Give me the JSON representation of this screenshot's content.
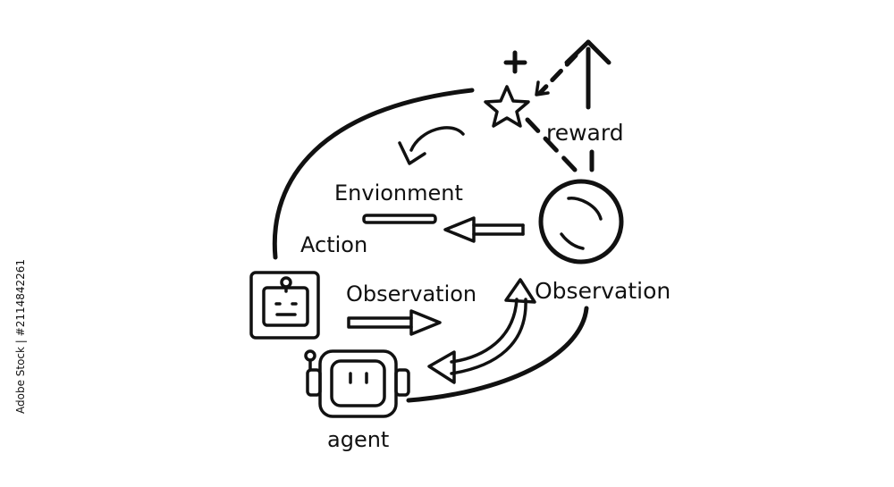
{
  "labels": {
    "reward": "reward",
    "environment": "Envionment",
    "action": "Action",
    "observation_left": "Observation",
    "observation_right": "Observation",
    "agent": "agent"
  },
  "side_caption": "Adobe Stock | #2114842261",
  "icons": [
    "robot-screen-icon",
    "robot-head-icon",
    "star-icon",
    "plus-icon",
    "globe-icon"
  ],
  "colors": {
    "line": "#111111",
    "background": "#ffffff"
  }
}
